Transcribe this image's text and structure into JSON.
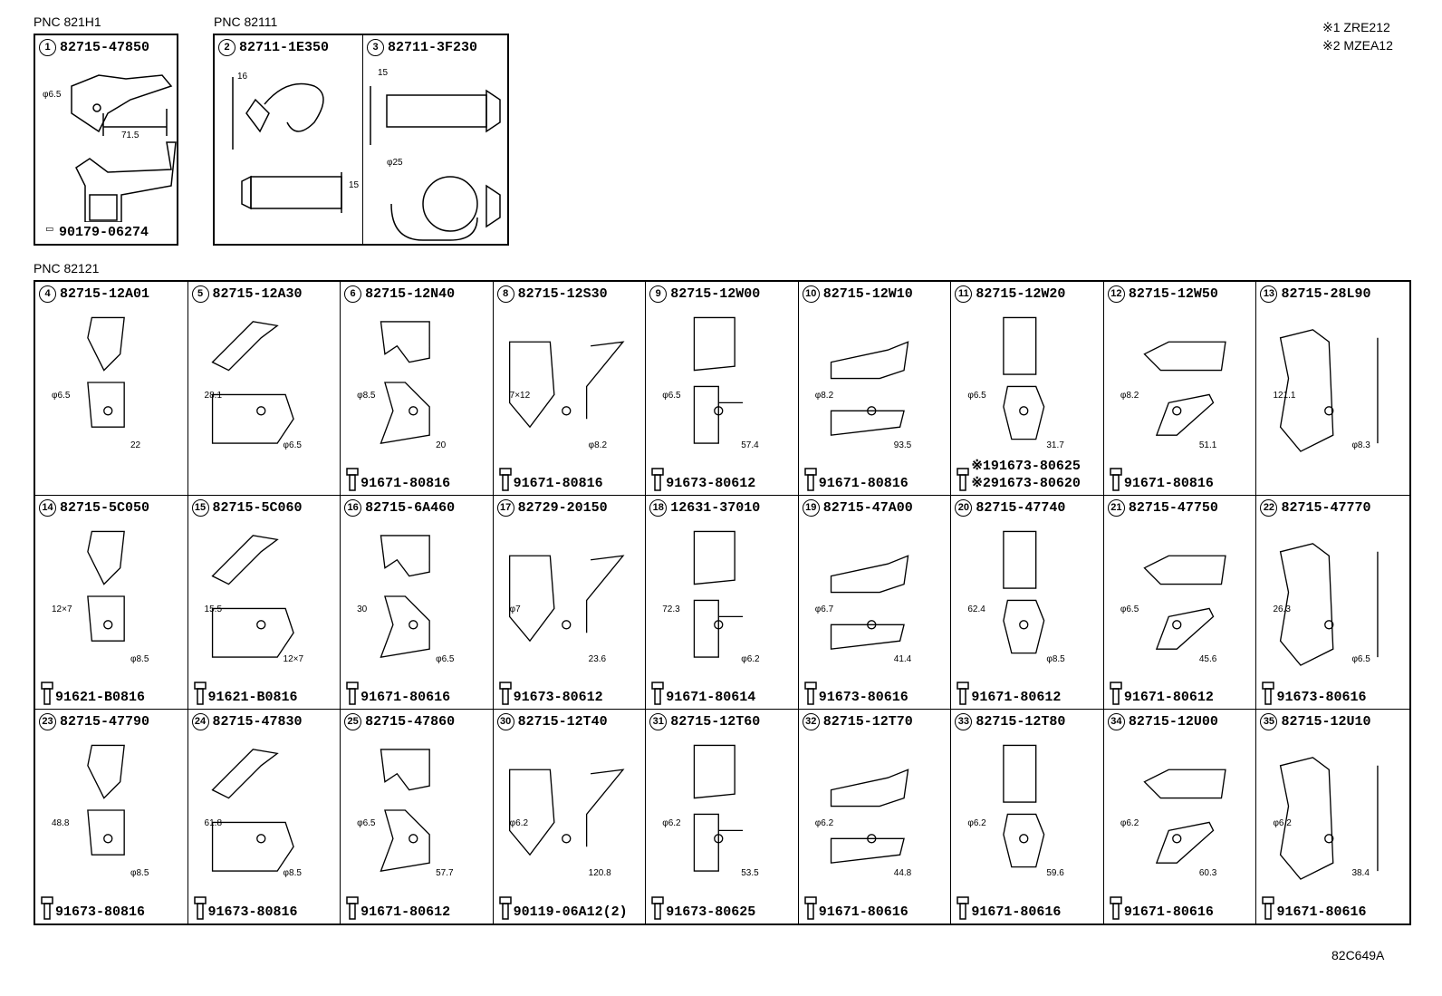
{
  "notes": [
    "※1 ZRE212",
    "※2 MZEA12"
  ],
  "figure_code": "82C649A",
  "group1": {
    "pnc": "PNC 821H1",
    "num": "1",
    "part": "82715-47850",
    "bolt": "90179-06274",
    "dims": [
      "φ6.5",
      "71.5"
    ]
  },
  "group2": {
    "pnc": "PNC 82111",
    "items": [
      {
        "num": "2",
        "part": "82711-1E350",
        "dims": [
          "16",
          "15"
        ]
      },
      {
        "num": "3",
        "part": "82711-3F230",
        "dims": [
          "15",
          "φ25"
        ]
      }
    ]
  },
  "group3": {
    "pnc": "PNC 82121",
    "items": [
      {
        "num": "4",
        "part": "82715-12A01",
        "bolt": "",
        "dims": [
          "φ6.5",
          "22"
        ]
      },
      {
        "num": "5",
        "part": "82715-12A30",
        "bolt": "",
        "dims": [
          "28.1",
          "φ6.5"
        ]
      },
      {
        "num": "6",
        "part": "82715-12N40",
        "bolt": "91671-80816",
        "dims": [
          "φ8.5",
          "20"
        ]
      },
      {
        "num": "8",
        "part": "82715-12S30",
        "bolt": "91671-80816",
        "dims": [
          "7×12",
          "φ8.2"
        ]
      },
      {
        "num": "9",
        "part": "82715-12W00",
        "bolt": "91673-80612",
        "dims": [
          "φ6.5",
          "57.4"
        ]
      },
      {
        "num": "10",
        "part": "82715-12W10",
        "bolt": "91671-80816",
        "dims": [
          "φ8.2",
          "93.5"
        ]
      },
      {
        "num": "11",
        "part": "82715-12W20",
        "bolt": "※191673-80625",
        "bolt2": "※291673-80620",
        "dims": [
          "φ6.5",
          "31.7"
        ]
      },
      {
        "num": "12",
        "part": "82715-12W50",
        "bolt": "91671-80816",
        "dims": [
          "φ8.2",
          "51.1"
        ]
      },
      {
        "num": "13",
        "part": "82715-28L90",
        "bolt": "",
        "dims": [
          "121.1",
          "φ8.3"
        ]
      },
      {
        "num": "14",
        "part": "82715-5C050",
        "bolt": "91621-B0816",
        "dims": [
          "12×7",
          "φ8.5"
        ]
      },
      {
        "num": "15",
        "part": "82715-5C060",
        "bolt": "91621-B0816",
        "dims": [
          "15.5",
          "12×7"
        ]
      },
      {
        "num": "16",
        "part": "82715-6A460",
        "bolt": "91671-80616",
        "dims": [
          "30",
          "φ6.5"
        ]
      },
      {
        "num": "17",
        "part": "82729-20150",
        "bolt": "91673-80612",
        "dims": [
          "φ7",
          "23.6"
        ]
      },
      {
        "num": "18",
        "part": "12631-37010",
        "bolt": "91671-80614",
        "dims": [
          "72.3",
          "φ6.2"
        ]
      },
      {
        "num": "19",
        "part": "82715-47A00",
        "bolt": "91673-80616",
        "dims": [
          "φ6.7",
          "41.4"
        ]
      },
      {
        "num": "20",
        "part": "82715-47740",
        "bolt": "91671-80612",
        "dims": [
          "62.4",
          "φ8.5"
        ]
      },
      {
        "num": "21",
        "part": "82715-47750",
        "bolt": "91671-80612",
        "dims": [
          "φ6.5",
          "45.6"
        ]
      },
      {
        "num": "22",
        "part": "82715-47770",
        "bolt": "91673-80616",
        "dims": [
          "26.3",
          "φ6.5"
        ]
      },
      {
        "num": "23",
        "part": "82715-47790",
        "bolt": "91673-80816",
        "dims": [
          "48.8",
          "φ8.5"
        ]
      },
      {
        "num": "24",
        "part": "82715-47830",
        "bolt": "91673-80816",
        "dims": [
          "61.8",
          "φ8.5"
        ]
      },
      {
        "num": "25",
        "part": "82715-47860",
        "bolt": "91671-80612",
        "dims": [
          "φ6.5",
          "57.7"
        ]
      },
      {
        "num": "30",
        "part": "82715-12T40",
        "bolt": "90119-06A12(2)",
        "dims": [
          "φ6.2",
          "120.8"
        ]
      },
      {
        "num": "31",
        "part": "82715-12T60",
        "bolt": "91673-80625",
        "dims": [
          "φ6.2",
          "53.5"
        ]
      },
      {
        "num": "32",
        "part": "82715-12T70",
        "bolt": "91671-80616",
        "dims": [
          "φ6.2",
          "44.8"
        ]
      },
      {
        "num": "33",
        "part": "82715-12T80",
        "bolt": "91671-80616",
        "dims": [
          "φ6.2",
          "59.6"
        ]
      },
      {
        "num": "34",
        "part": "82715-12U00",
        "bolt": "91671-80616",
        "dims": [
          "φ6.2",
          "60.3"
        ]
      },
      {
        "num": "35",
        "part": "82715-12U10",
        "bolt": "91671-80616",
        "dims": [
          "φ6.2",
          "38.4"
        ]
      }
    ]
  }
}
